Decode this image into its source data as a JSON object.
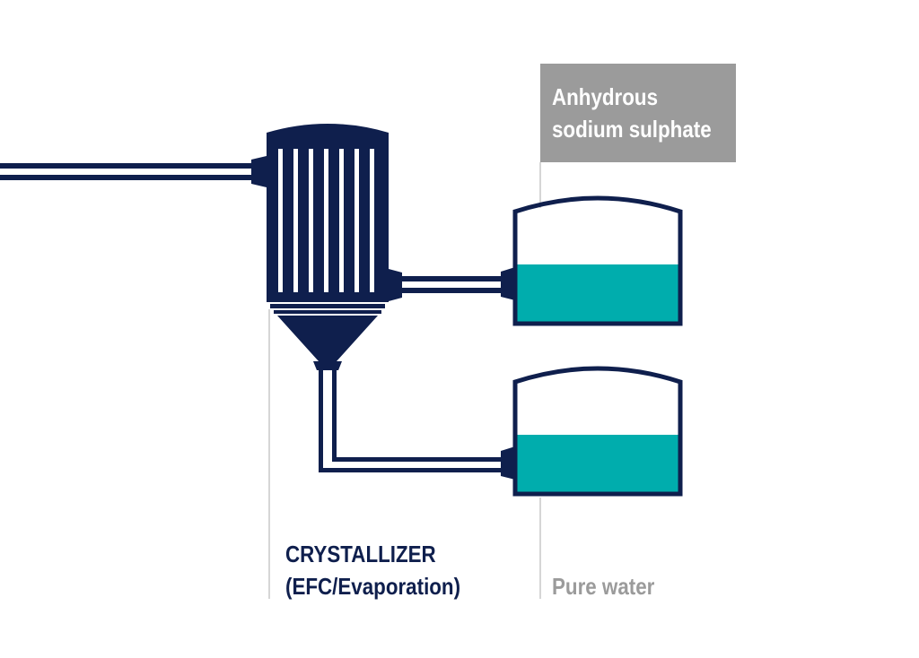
{
  "colors": {
    "navy": "#0f1f4d",
    "teal": "#00adad",
    "gray": "#9b9b9b",
    "light_gray_line": "#bdbdbd",
    "background": "#ffffff"
  },
  "labels": {
    "product_line1": "Anhydrous",
    "product_line2": "sodium sulphate",
    "crystallizer_line1": "CRYSTALLIZER",
    "crystallizer_line2": "(EFC/Evaporation)",
    "pure_water": "Pure water"
  },
  "tanks": {
    "upper_fill_level": 0.55,
    "lower_fill_level": 0.55
  }
}
